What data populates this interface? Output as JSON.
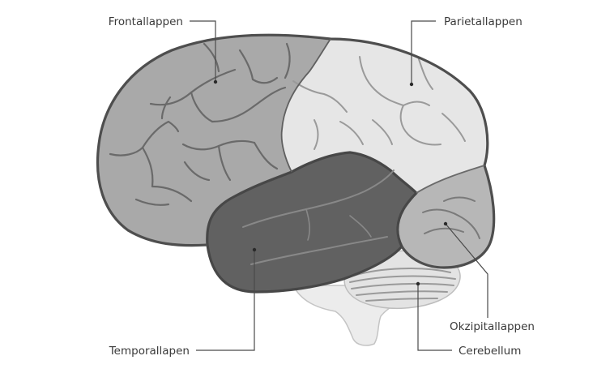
{
  "labels": {
    "frontal": "Frontallappen",
    "parietal": "Parietallappen",
    "temporal": "Temporallapen",
    "occipital": "Okzipitallappen",
    "cerebellum": "Cerebellum"
  },
  "colors": {
    "frontal": "#a9a9a9",
    "parietal": "#e6e6e6",
    "temporal": "#616161",
    "occipital": "#b7b7b7",
    "cerebellum": "#e3e3e3",
    "brainstem": "#ececec",
    "outline": "#4e4e4e"
  }
}
